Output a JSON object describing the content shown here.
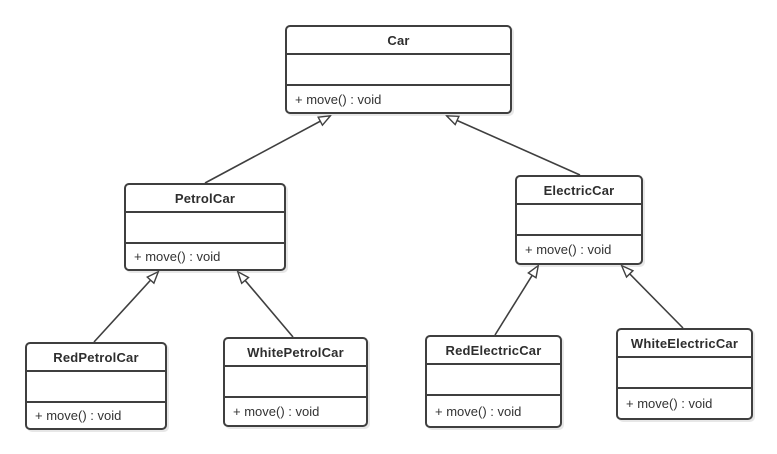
{
  "diagram": {
    "kind": "uml-class-diagram",
    "classes": [
      {
        "id": "car",
        "name": "Car",
        "attributes": "",
        "methods": "+ move() : void"
      },
      {
        "id": "petrol-car",
        "name": "PetrolCar",
        "attributes": "",
        "methods": "+ move() : void"
      },
      {
        "id": "electric-car",
        "name": "ElectricCar",
        "attributes": "",
        "methods": "+ move() : void"
      },
      {
        "id": "red-petrol-car",
        "name": "RedPetrolCar",
        "attributes": "",
        "methods": "+ move() : void"
      },
      {
        "id": "white-petrol-car",
        "name": "WhitePetrolCar",
        "attributes": "",
        "methods": "+ move() : void"
      },
      {
        "id": "red-electric-car",
        "name": "RedElectricCar",
        "attributes": "",
        "methods": "+ move() : void"
      },
      {
        "id": "white-electric-car",
        "name": "WhiteElectricCar",
        "attributes": "",
        "methods": "+ move() : void"
      }
    ],
    "relationships": [
      {
        "from": "PetrolCar",
        "to": "Car",
        "type": "generalization"
      },
      {
        "from": "ElectricCar",
        "to": "Car",
        "type": "generalization"
      },
      {
        "from": "RedPetrolCar",
        "to": "PetrolCar",
        "type": "generalization"
      },
      {
        "from": "WhitePetrolCar",
        "to": "PetrolCar",
        "type": "generalization"
      },
      {
        "from": "RedElectricCar",
        "to": "ElectricCar",
        "type": "generalization"
      },
      {
        "from": "WhiteElectricCar",
        "to": "ElectricCar",
        "type": "generalization"
      }
    ],
    "colors": {
      "stroke": "#3f3f3f",
      "text": "#333333",
      "background": "#ffffff"
    }
  }
}
